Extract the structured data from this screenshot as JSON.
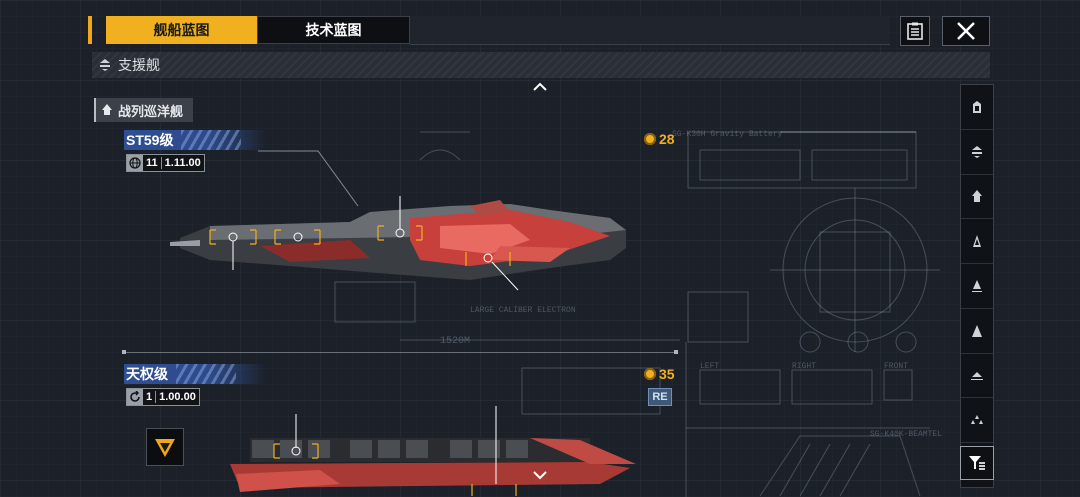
{
  "tabs": [
    {
      "label": "舰船蓝图",
      "active": true
    },
    {
      "label": "技术蓝图",
      "active": false
    }
  ],
  "category": {
    "label": "支援舰"
  },
  "subcategory": {
    "label": "战列巡洋舰"
  },
  "ships": [
    {
      "class_name": "ST59级",
      "version_num": "11",
      "version_val": "1.11.00",
      "cost": "28"
    },
    {
      "class_name": "天权级",
      "version_num": "1",
      "version_val": "1.00.00",
      "cost": "35",
      "badge": "RE"
    }
  ],
  "blueprint_texts": {
    "battery": "SG-K30H Gravity Battery",
    "scale": "1520M",
    "cannon": "LARGE CALIBER ELECTRON",
    "ident": "SG-K40K-BEAMTEL",
    "left": "LEFT",
    "right": "RIGHT",
    "front": "FRONT"
  },
  "sidebar_icons": [
    "carrier-icon",
    "support-icon",
    "battlecruiser-icon",
    "frigate-icon",
    "destroyer-icon",
    "cruiser-icon",
    "corvette-icon",
    "aircraft-icon",
    "auxiliary-icon"
  ],
  "colors": {
    "accent": "#f0b020",
    "class_label": "#2f4f94",
    "ship_red": "#c8403c"
  }
}
